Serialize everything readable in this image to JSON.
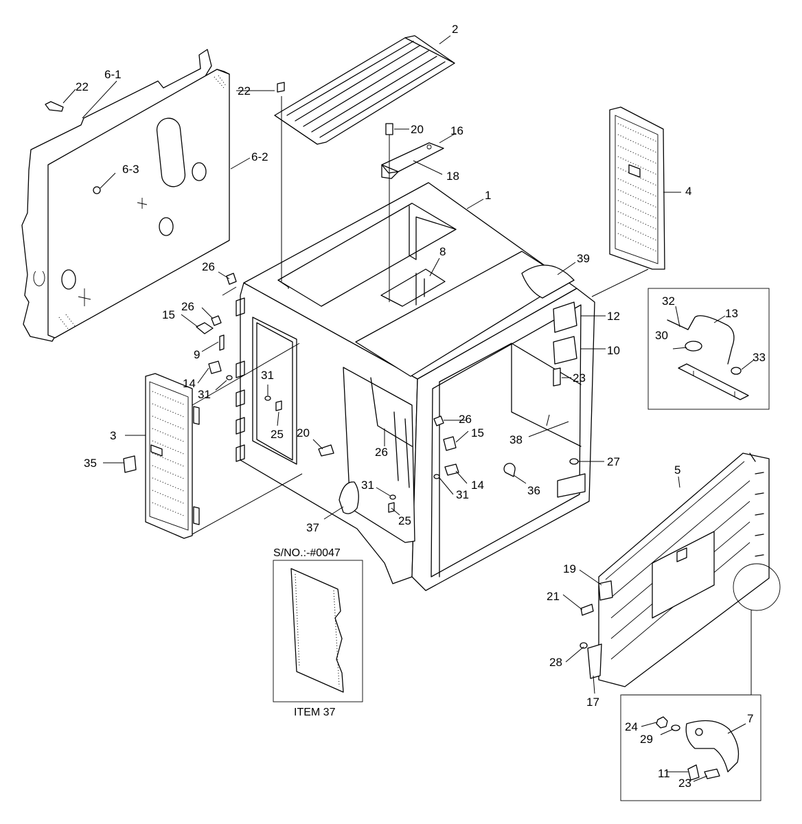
{
  "diagram": {
    "callouts": [
      "2",
      "22",
      "6-1",
      "22",
      "20",
      "16",
      "6-3",
      "6-2",
      "18",
      "1",
      "4",
      "8",
      "39",
      "26",
      "32",
      "13",
      "26",
      "15",
      "12",
      "30",
      "33",
      "9",
      "10",
      "23",
      "14",
      "31",
      "31",
      "25",
      "3",
      "20",
      "26",
      "15",
      "26",
      "38",
      "35",
      "27",
      "31",
      "14",
      "31",
      "36",
      "25",
      "5",
      "37",
      "19",
      "21",
      "28",
      "17",
      "24",
      "7",
      "29",
      "11",
      "23"
    ],
    "serial_note": "S/NO.:-#0047",
    "inset_caption": "ITEM 37"
  }
}
